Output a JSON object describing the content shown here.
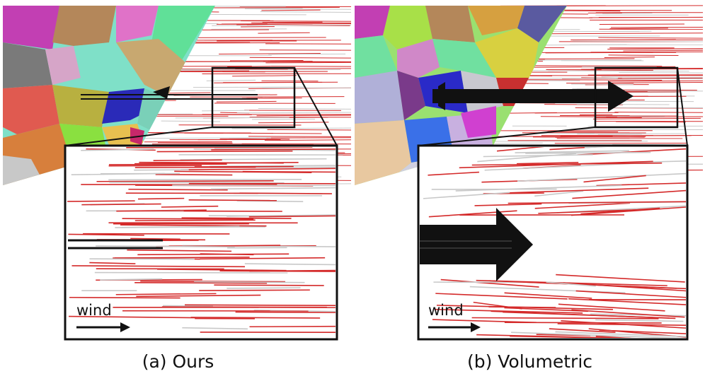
{
  "figure": {
    "panels": [
      {
        "id": "a",
        "caption": "(a) Ours",
        "inset_label": "wind"
      },
      {
        "id": "b",
        "caption": "(b) Volumetric",
        "inset_label": "wind"
      }
    ]
  },
  "colors": {
    "streamline_red": "#d42a2a",
    "streamline_gray": "#c8c8c8",
    "frame": "#111111",
    "arrow": "#111111"
  }
}
